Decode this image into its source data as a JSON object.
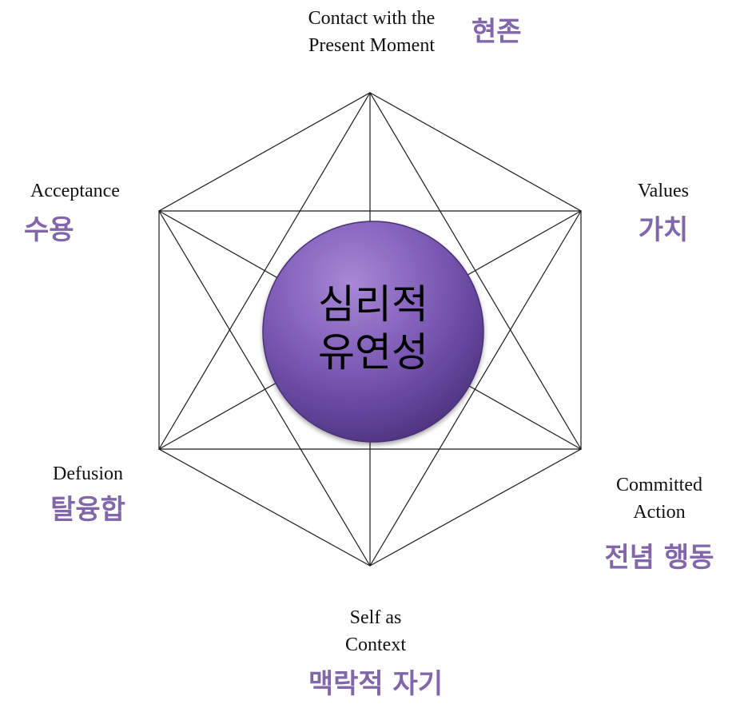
{
  "center": {
    "line1": "심리적",
    "line2": "유연성"
  },
  "nodes": {
    "top": {
      "en": "Contact with the\nPresent Moment",
      "ko": "현존"
    },
    "upper_left": {
      "en": "Acceptance",
      "ko": "수용"
    },
    "upper_right": {
      "en": "Values",
      "ko": "가치"
    },
    "lower_left": {
      "en": "Defusion",
      "ko": "탈융합"
    },
    "lower_right": {
      "en": "Committed\nAction",
      "ko": "전념 행동"
    },
    "bottom": {
      "en": "Self as\nContext",
      "ko": "맥락적 자기"
    }
  },
  "colors": {
    "korean_label": "#8266aa",
    "center_fill_light": "#9f7fd0",
    "center_fill_dark": "#5b3f8f",
    "lines": "#1a1a1a"
  }
}
